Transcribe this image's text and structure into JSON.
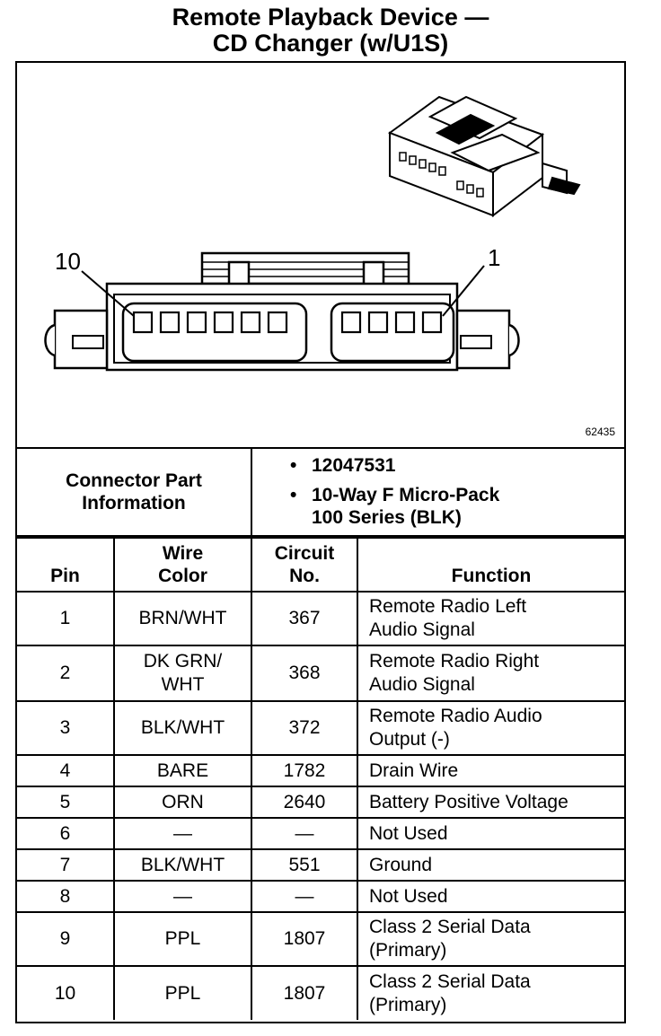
{
  "title": {
    "line1": "Remote Playback Device —",
    "line2": "CD Changer (w/U1S)"
  },
  "diagram": {
    "figure_number": "62435",
    "pin_label_left": "10",
    "pin_label_right": "1"
  },
  "connector_info": {
    "label_line1": "Connector Part",
    "label_line2": "Information",
    "bullet_glyph": "•",
    "part_number": "12047531",
    "description_line1": "10-Way F Micro-Pack",
    "description_line2": "100 Series (BLK)"
  },
  "table": {
    "headers": {
      "pin": "Pin",
      "wire_color_line1": "Wire",
      "wire_color_line2": "Color",
      "circuit_line1": "Circuit",
      "circuit_line2": "No.",
      "function": "Function"
    },
    "rows": [
      {
        "pin": "1",
        "wire": [
          "BRN/WHT"
        ],
        "circuit": "367",
        "function": [
          "Remote Radio Left",
          "Audio Signal"
        ]
      },
      {
        "pin": "2",
        "wire": [
          "DK GRN/",
          "WHT"
        ],
        "circuit": "368",
        "function": [
          "Remote Radio Right",
          "Audio Signal"
        ]
      },
      {
        "pin": "3",
        "wire": [
          "BLK/WHT"
        ],
        "circuit": "372",
        "function": [
          "Remote Radio Audio",
          "Output (-)"
        ]
      },
      {
        "pin": "4",
        "wire": [
          "BARE"
        ],
        "circuit": "1782",
        "function": [
          "Drain Wire"
        ]
      },
      {
        "pin": "5",
        "wire": [
          "ORN"
        ],
        "circuit": "2640",
        "function": [
          "Battery Positive Voltage"
        ]
      },
      {
        "pin": "6",
        "wire": [
          "—"
        ],
        "circuit": "—",
        "function": [
          "Not Used"
        ]
      },
      {
        "pin": "7",
        "wire": [
          "BLK/WHT"
        ],
        "circuit": "551",
        "function": [
          "Ground"
        ]
      },
      {
        "pin": "8",
        "wire": [
          "—"
        ],
        "circuit": "—",
        "function": [
          "Not Used"
        ]
      },
      {
        "pin": "9",
        "wire": [
          "PPL"
        ],
        "circuit": "1807",
        "function": [
          "Class 2 Serial Data",
          "(Primary)"
        ]
      },
      {
        "pin": "10",
        "wire": [
          "PPL"
        ],
        "circuit": "1807",
        "function": [
          "Class 2 Serial Data",
          "(Primary)"
        ]
      }
    ]
  }
}
